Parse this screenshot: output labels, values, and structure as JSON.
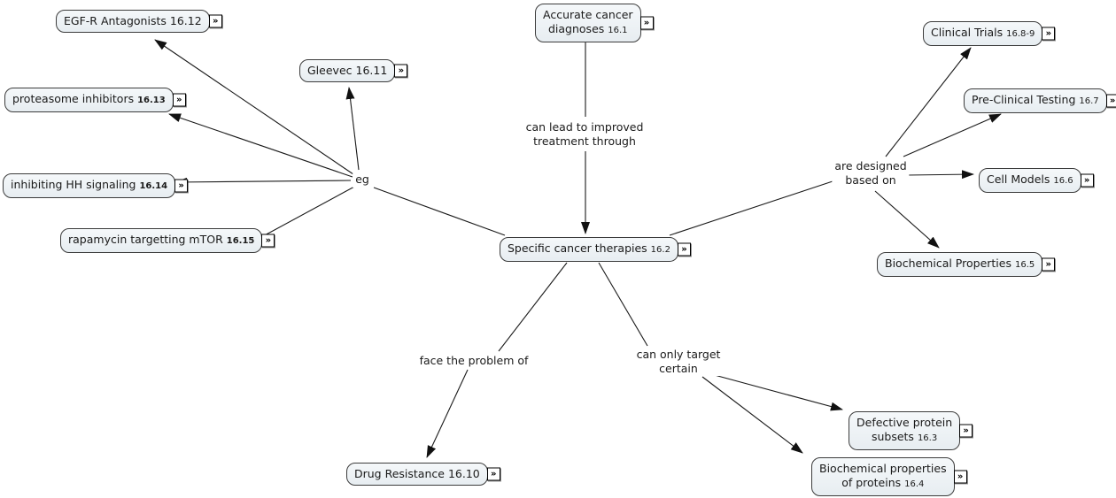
{
  "colors": {
    "node_fill_top": "#f5f8fa",
    "node_fill_bottom": "#e7edf1",
    "node_border": "#3c3c3c",
    "text": "#1a1a1a",
    "line": "#1a1a1a",
    "canvas_bg": "#ffffff"
  },
  "icon": {
    "glyph": "»"
  },
  "nodes": {
    "egfr": {
      "text": "EGF-R Antagonists",
      "num": "16.12"
    },
    "gleevec": {
      "text": "Gleevec",
      "num": "16.11"
    },
    "proteasome": {
      "text": "proteasome inhibitors",
      "num": "16.13"
    },
    "hh": {
      "text": "inhibiting HH signaling",
      "num": "16.14"
    },
    "rapamycin": {
      "text": "rapamycin targetting mTOR",
      "num": "16.15"
    },
    "diagnoses": {
      "text": "Accurate cancer\ndiagnoses",
      "num": "16.1"
    },
    "therapies": {
      "text": "Specific cancer therapies",
      "num": "16.2"
    },
    "clinical_trials": {
      "text": "Clinical Trials",
      "num": "16.8-9"
    },
    "preclinical": {
      "text": "Pre-Clinical Testing",
      "num": "16.7"
    },
    "cell_models": {
      "text": "Cell Models",
      "num": "16.6"
    },
    "biochem_props": {
      "text": "Biochemical Properties",
      "num": "16.5"
    },
    "drug_resistance": {
      "text": "Drug Resistance",
      "num": "16.10"
    },
    "defective": {
      "text": "Defective protein\nsubsets",
      "num": "16.3"
    },
    "biochem_proteins": {
      "text": "Biochemical properties\nof proteins",
      "num": "16.4"
    }
  },
  "links": {
    "can_lead": "can lead to improved\ntreatment through",
    "eg": "eg",
    "designed": "are designed\nbased on",
    "face_problem": "face the problem of",
    "only_target": "can only target\ncertain"
  }
}
